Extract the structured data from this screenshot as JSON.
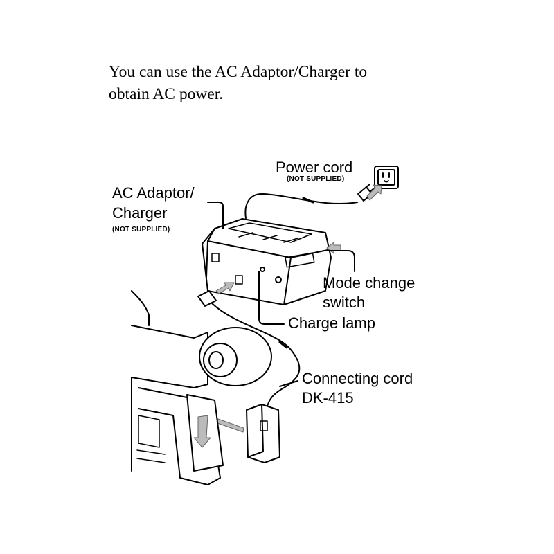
{
  "intro": {
    "line1": "You can use the AC Adaptor/Charger to",
    "line2": "obtain AC power."
  },
  "labels": {
    "power_cord": "Power cord",
    "power_cord_note": "(NOT SUPPLIED)",
    "adaptor_line1": "AC Adaptor/",
    "adaptor_line2": "Charger",
    "adaptor_note": "(NOT SUPPLIED)",
    "mode_line1": "Mode change",
    "mode_line2": "switch",
    "charge_lamp": "Charge lamp",
    "connecting_line1": "Connecting cord",
    "connecting_line2": "DK-415"
  },
  "icons": [
    "wall-outlet-icon",
    "plug-icon",
    "charger-icon",
    "camcorder-icon",
    "battery-connector-icon",
    "insert-arrow-icon"
  ]
}
